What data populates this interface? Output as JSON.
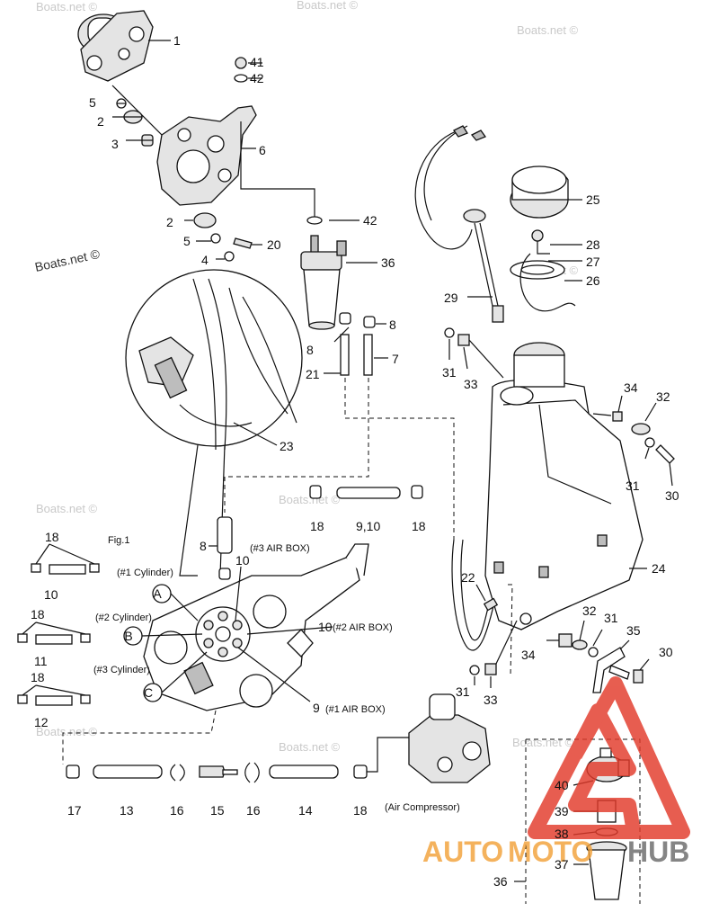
{
  "callouts": {
    "n1": "1",
    "n41": "41",
    "n42a": "42",
    "n5a": "5",
    "n2a": "2",
    "n3": "3",
    "n6": "6",
    "n42b": "42",
    "n2b": "2",
    "n5b": "5",
    "n20": "20",
    "n4": "4",
    "n36a": "36",
    "n8a": "8",
    "n8b": "8",
    "n21": "21",
    "n7": "7",
    "n23": "23",
    "n25": "25",
    "n28": "28",
    "n27": "27",
    "n26": "26",
    "n29": "29",
    "n31a": "31",
    "n33a": "33",
    "n34a": "34",
    "n32a": "32",
    "n31b": "31",
    "n30a": "30",
    "n24": "24",
    "n22": "22",
    "n18a": "18",
    "n910a": "9,10",
    "n18b": "18",
    "n8c": "8",
    "n10a": "10",
    "n10b": "10",
    "n9b": "9",
    "n32b": "32",
    "n31c": "31",
    "n35": "35",
    "n34b": "34",
    "n30b": "30",
    "n31d": "31",
    "n33b": "33",
    "n18c": "18",
    "n10c": "10",
    "n18d": "18",
    "n11": "11",
    "n18e": "18",
    "n12": "12",
    "n17": "17",
    "n13": "13",
    "n16a": "16",
    "n15": "15",
    "n16b": "16",
    "n14": "14",
    "n18f": "18",
    "n40": "40",
    "n39": "39",
    "n38": "38",
    "n37": "37",
    "n36b": "36"
  },
  "labels": {
    "fig": "Fig.1",
    "cyl1": "(#1 Cylinder)",
    "cyl2": "(#2 Cylinder)",
    "cyl3": "(#3 Cylinder)",
    "airbox3": "(#3 AIR BOX)",
    "airbox2": "(#2 AIR BOX)",
    "airbox1": "(#1 AIR BOX)",
    "compressor": "(Air Compressor)",
    "A": "A",
    "B": "B",
    "C": "C"
  },
  "watermarks": {
    "main": "Boats.net ©",
    "logo_a": "AUTO",
    "logo_b": "MOTO",
    "logo_c": "HUB"
  },
  "colors": {
    "logo_red": "#e23a2a",
    "logo_orange": "#f2a23a",
    "logo_gray": "#6b6b6b"
  }
}
